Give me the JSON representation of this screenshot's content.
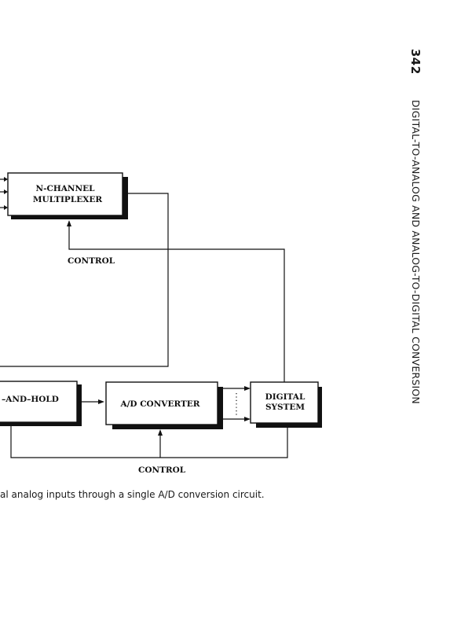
{
  "page_number": "342",
  "running_head": "DIGITAL-TO-ANALOG AND ANALOG-TO-DIGITAL CONVERSION",
  "caption": "al analog inputs through a single A/D conversion circuit.",
  "diagram": {
    "multiplexer_label_line1": "N-CHANNEL",
    "multiplexer_label_line2": "MULTIPLEXER",
    "sample_hold_label": "–AND–HOLD",
    "ad_converter_label": "A/D CONVERTER",
    "digital_system_label_line1": "DIGITAL",
    "digital_system_label_line2": "SYSTEM",
    "control_label_top": "CONTROL",
    "control_label_bottom": "CONTROL"
  }
}
